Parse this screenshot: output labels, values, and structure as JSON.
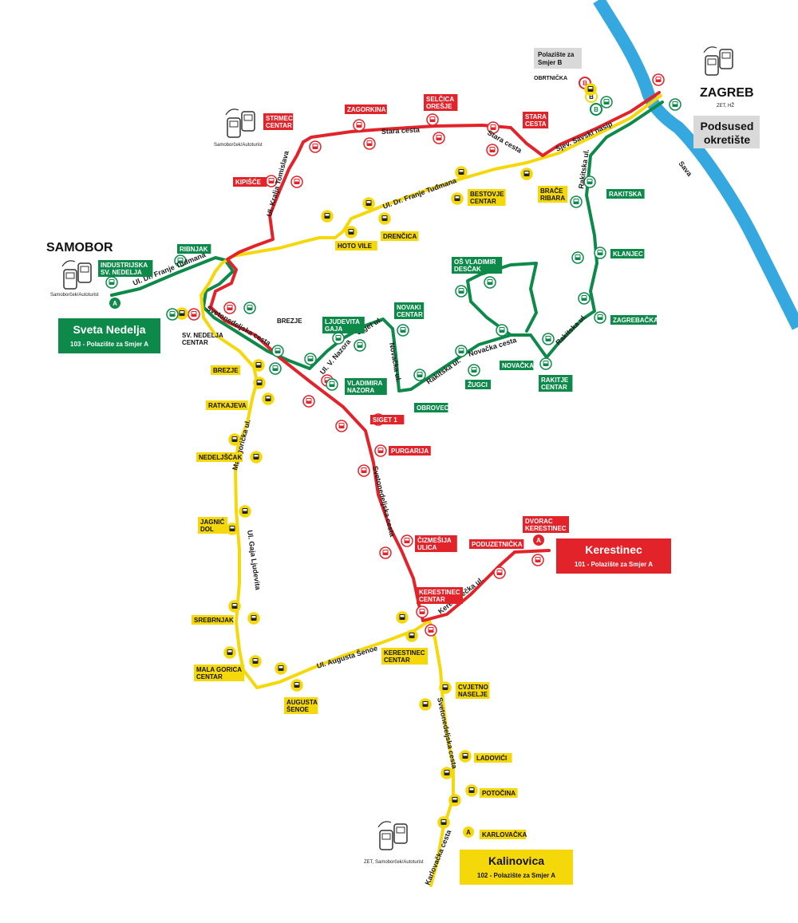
{
  "colors": {
    "red": "#e2232a",
    "yellow": "#f5d80a",
    "green": "#0d8a4a",
    "river": "#35a8e0",
    "grey_box": "#d9d9d9"
  },
  "cities": {
    "samobor": "SAMOBOR",
    "zagreb": "ZAGREB",
    "zagreb_sub": "ZET, HŽ"
  },
  "river": {
    "name": "Sava"
  },
  "terminals": {
    "podsused": {
      "line1": "Podsused",
      "line2": "okretište"
    },
    "polaziste_b": {
      "line1": "Polazište za",
      "line2": "Smjer B"
    },
    "obrtnicka": "OBRTNIČKA",
    "sveta_nedelja": {
      "title": "Sveta Nedelja",
      "sub": "103 - Polazište za Smjer A"
    },
    "kerestinec": {
      "title": "Kerestinec",
      "sub": "101 - Polazište za Smjer A"
    },
    "kalinovica": {
      "title": "Kalinovica",
      "sub": "102 - Polazište za Smjer A"
    }
  },
  "transfer_labels": {
    "strmec": "Samoborček/Autoturist",
    "samobor": "Samoborček/Autoturist",
    "kalinovica": "ZET, Samoborček/Autoturist"
  },
  "markers": {
    "a": "A",
    "b": "B"
  },
  "streets": {
    "stara_cesta_1": "Stara cesta",
    "stara_cesta_2": "Stara cesta",
    "sjev_savski": "Sjev. Savski nasip",
    "tudmana_north": "Ul. Dr. Franje Tuđmana",
    "tudmana_west": "Ul. Dr. Franje Tuđmana",
    "kralja_tomislava": "Ul. Kralja Tomislava",
    "svetonedeljska_1": "Svetonedeljska cesta",
    "svetonedeljska_2": "Svetonedeljska cesta",
    "svetonedeljska_3": "Svetonedeljska cesta",
    "rakitska_1": "Rakitska ul.",
    "rakitska_2": "Rakitska ul.",
    "rakitska_3": "Rakitska ul.",
    "novacka": "Novačka cesta",
    "novacka_ul": "Novačka ul.",
    "siget": "Siget ul.",
    "nazora": "Ul. V. Nazora",
    "malogoricka": "Malogorička ul.",
    "gaja": "Ul. Gaja Ljudevita",
    "senoe": "Ul. Augusta Šenoe",
    "kerestinecka": "Kerestinečka ul.",
    "karlovacka": "Karlovačka cesta"
  },
  "stops": {
    "red": [
      "STRMEC|CENTAR",
      "ZAGORKINA",
      "SELČICA|OREŠJE",
      "STARA|CESTA",
      "KIPIŠĆE",
      "SIGET 1",
      "PURGARIJA",
      "ČIZMEŠIJA|ULICA",
      "PODUZETNIČKA",
      "DVORAC|KERESTINEC",
      "KERESTINEC|CENTAR"
    ],
    "yellow": [
      "BESTOVJE|CENTAR",
      "BRAČE|RIBARA",
      "HOTO VILE",
      "DRENČICA",
      "BREZJE",
      "RATKAJEVA",
      "NEDELJŠĆAK",
      "JAGNIĆ|DOL",
      "SREBRNJAK",
      "MALA GORICA|CENTAR",
      "AUGUSTA|ŠENOE",
      "KERESTINEC|CENTAR",
      "CVJETNO|NASELJE",
      "LADOVIĆI",
      "POTOČINA",
      "KARLOVAČKA"
    ],
    "green": [
      "RIBNJAK",
      "INDUSTRIJSKA|SV. NEDELJA",
      "LJUDEVITA|GAJA",
      "NOVAKI|CENTAR",
      "VLADIMIRA|NAZORA",
      "OŠ VLADIMIR|DESČAK",
      "OBROVEC",
      "ŽUGCI",
      "NOVAČKA",
      "RAKITJE|CENTAR",
      "RAKITSKA",
      "KLANJEC",
      "ZAGREBAČKA"
    ],
    "plain": [
      "BREZJE",
      "SV. NEDELJA|CENTAR"
    ]
  }
}
